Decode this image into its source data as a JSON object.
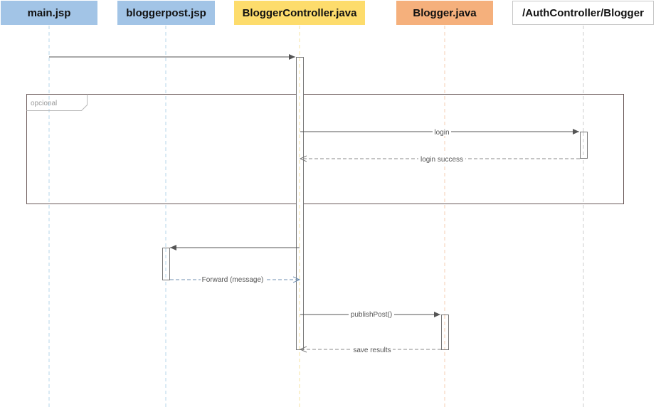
{
  "participants": [
    {
      "label": "main.jsp",
      "color": "#a2c4e6",
      "lifeline": "#b5d4ea"
    },
    {
      "label": "bloggerpost.jsp",
      "color": "#a2c4e6",
      "lifeline": "#b5d4ea"
    },
    {
      "label": "BloggerController.java",
      "color": "#fddc6c",
      "lifeline": "#f5e3a0"
    },
    {
      "label": "Blogger.java",
      "color": "#f5b07c",
      "lifeline": "#f6cdb0"
    },
    {
      "label": "/AuthController/Blogger",
      "color": "#ffffff",
      "lifeline": "#cccccc"
    }
  ],
  "frame": {
    "label": "opcional"
  },
  "messages": {
    "login": "login",
    "login_success": "login success",
    "forward": "Forward (message)",
    "publish_post": "publishPost()",
    "save_results": "save results"
  }
}
